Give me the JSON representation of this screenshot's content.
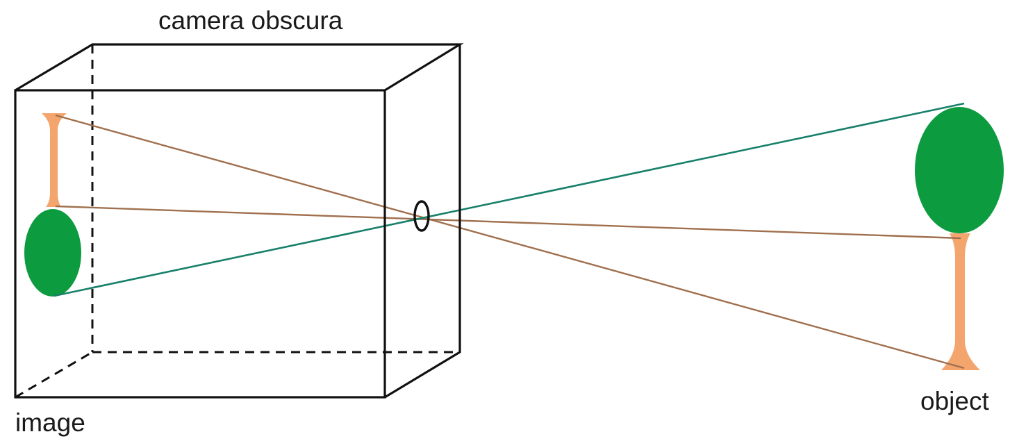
{
  "labels": {
    "title": "camera obscura",
    "image": "image",
    "object": "object"
  },
  "colors": {
    "box_edges": "#111111",
    "tree_foliage": "#0d9b40",
    "tree_trunk": "#f4a56d",
    "trunk_rays": "#a0704e",
    "foliage_ray": "#17806a",
    "pinhole": "#111111"
  }
}
